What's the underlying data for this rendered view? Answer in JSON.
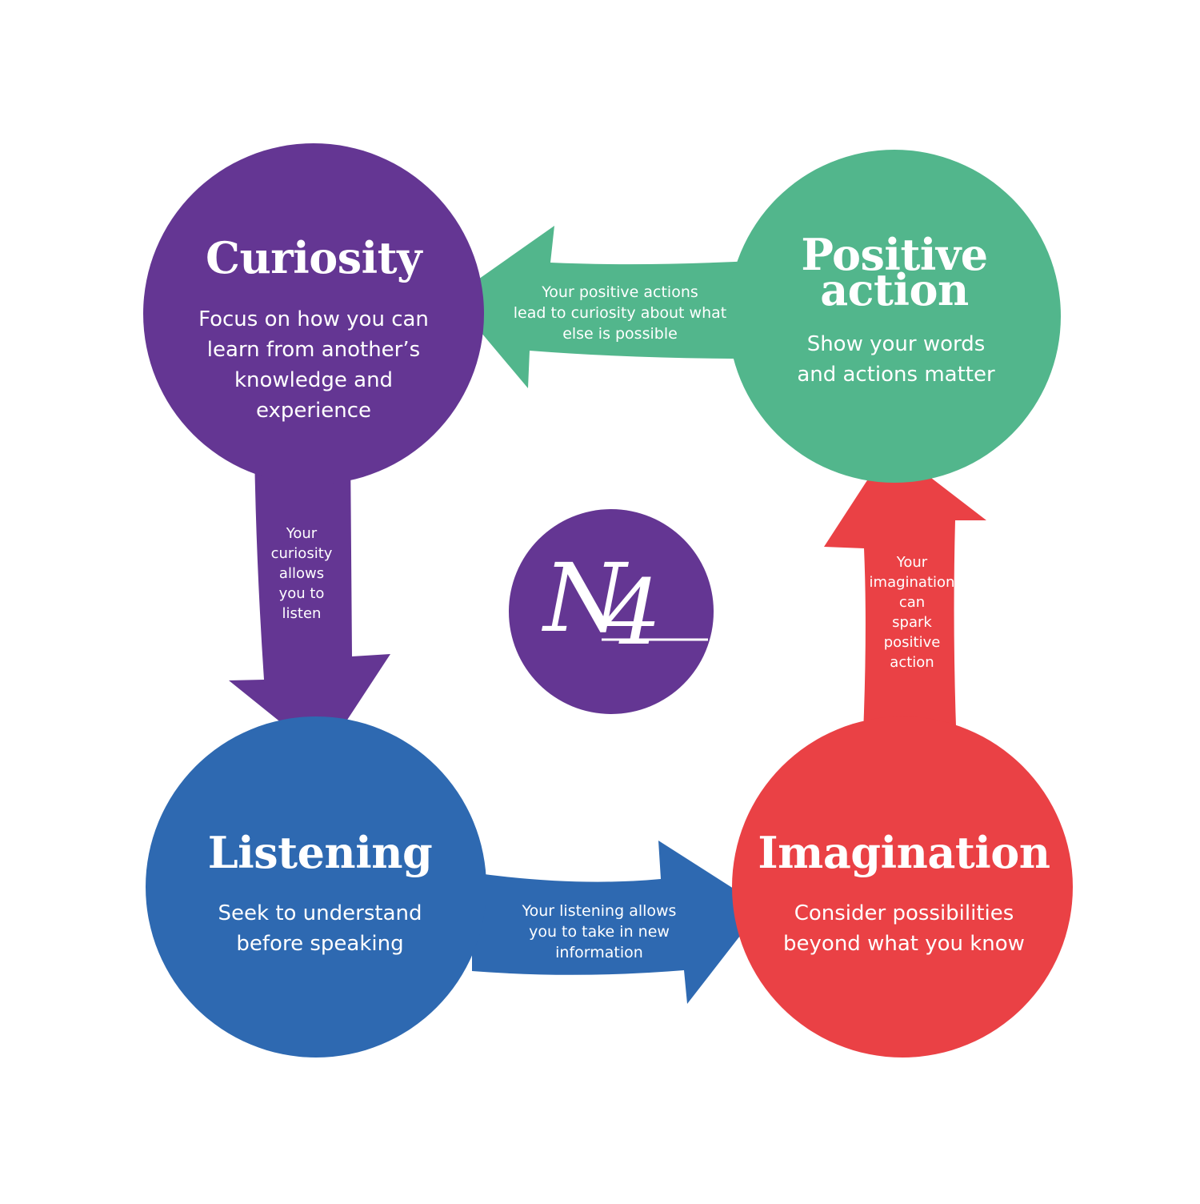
{
  "colors": {
    "curiosity": "#643693",
    "positive_action": "#52b68c",
    "listening": "#2e69b1",
    "imagination": "#ea4145",
    "logo": "#643693",
    "text": "#ffffff"
  },
  "logo": {
    "text_n": "N",
    "text_4": "4"
  },
  "nodes": {
    "curiosity": {
      "title": "Curiosity",
      "description": "Focus on how you can\nlearn from another’s\nknowledge and\nexperience"
    },
    "positive_action": {
      "title": "Positive\naction",
      "description": "Show your words\nand actions matter"
    },
    "listening": {
      "title": "Listening",
      "description": "Seek to understand\nbefore speaking"
    },
    "imagination": {
      "title": "Imagination",
      "description": "Consider possibilities\nbeyond what you know"
    }
  },
  "arrows": {
    "positive_to_curiosity": "Your positive actions\nlead to curiosity about what\nelse is possible",
    "curiosity_to_listening": "Your\ncuriosity\nallows\nyou to\nlisten",
    "listening_to_imagination": "Your listening allows\nyou to take in new\ninformation",
    "imagination_to_positive": "Your\nimagination\ncan\nspark\npositive\naction"
  }
}
